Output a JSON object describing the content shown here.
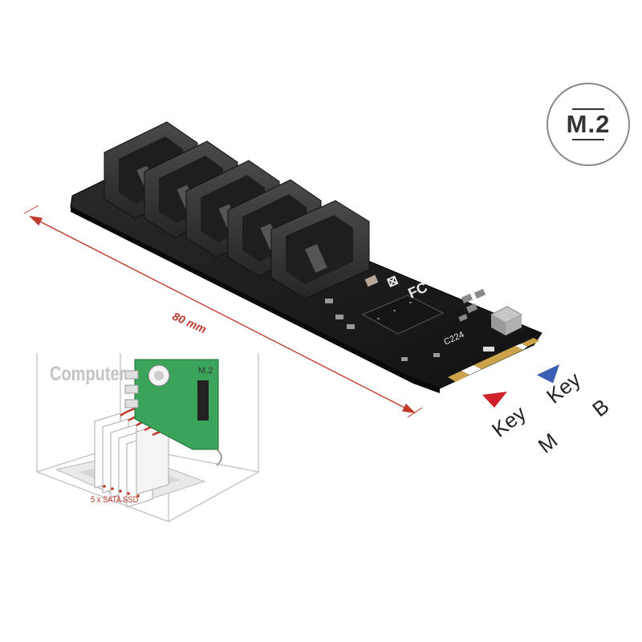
{
  "badge": {
    "text": "M.2"
  },
  "dimension": {
    "label": "80 mm"
  },
  "keys": {
    "m": {
      "label": "Key",
      "letter": "M",
      "color": "#d0202a"
    },
    "b": {
      "label": "Key",
      "letter": "B",
      "color": "#3a5fb5"
    }
  },
  "inset": {
    "computer_label": "Computer",
    "card_label": "M.2",
    "drives_label": "5 x SATA SSD"
  },
  "colors": {
    "pcb": "#1c1c1c",
    "connector": "#3a3a3a",
    "gold_contacts": "#c9a24a",
    "dimension_line": "#c0392b",
    "inset_card": "#3aa55a"
  },
  "icons": [
    "m2-badge-icon",
    "key-m-arrow-icon",
    "key-b-arrow-icon"
  ]
}
